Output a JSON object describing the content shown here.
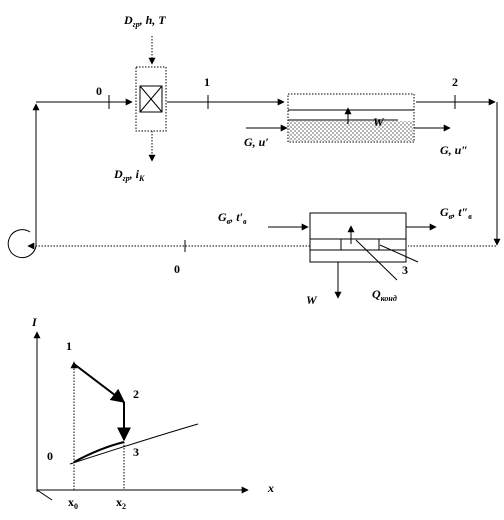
{
  "labels": {
    "steam_in": "D",
    "steam_in_sub": "гр",
    "steam_in_rest": ", h, T",
    "steam_out": "D",
    "steam_out_sub": "гр",
    "steam_out_rest": ", i",
    "steam_out_sub2": "K",
    "node0_top": "0",
    "node1_top": "1",
    "node2_top": "2",
    "dryer_in": "G, u′",
    "dryer_out": "G, u″",
    "dryer_W": "W",
    "cooler_in_G": "G",
    "cooler_in_sub": "в",
    "cooler_in_t": ", t′",
    "cooler_in_tsub": "в",
    "cooler_out_G": "G",
    "cooler_out_sub": "в",
    "cooler_out_t": ", t″",
    "cooler_out_tsub": "в",
    "node0_bottom": "0",
    "node3": "3",
    "cooler_W": "W",
    "q_label": "Q",
    "q_sub": "конд",
    "axis_I": "I",
    "axis_x": "x",
    "pt0": "0",
    "pt1": "1",
    "pt2": "2",
    "pt3": "3",
    "tick_x0": "x",
    "tick_x0_sub": "0",
    "tick_x2": "x",
    "tick_x2_sub": "2"
  }
}
